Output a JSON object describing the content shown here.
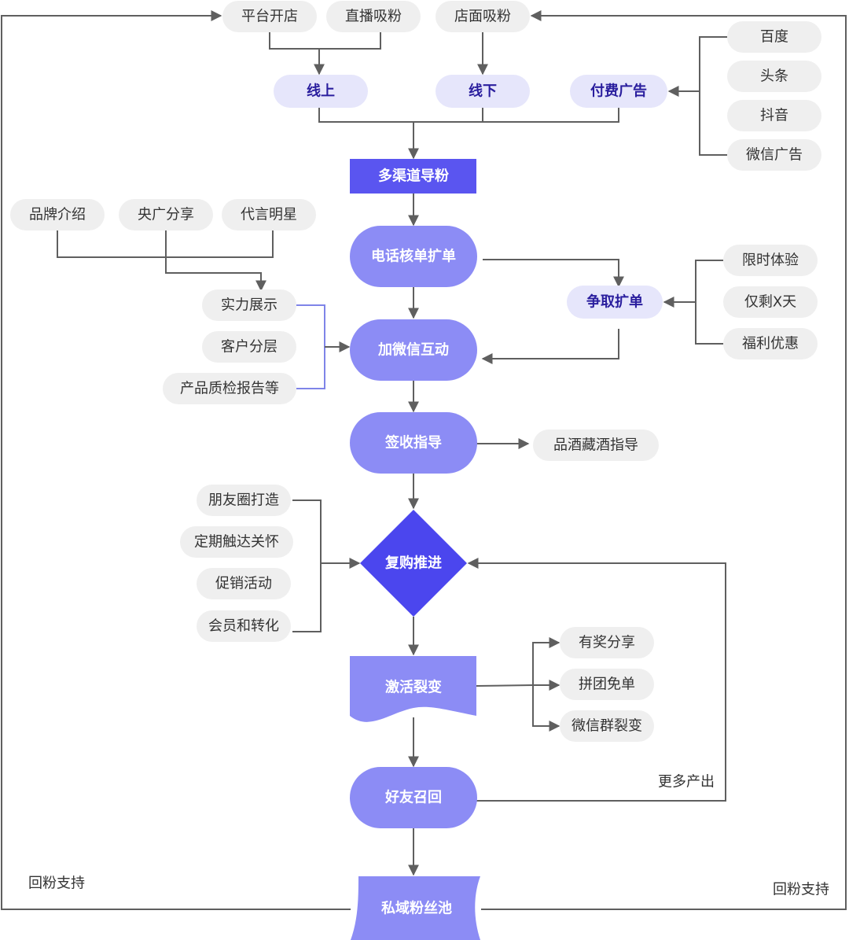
{
  "colors": {
    "main_light": "#8c8cf5",
    "main_dark": "#5a55f0",
    "diamond": "#4b46ee",
    "tag_bg": "#e6e6fb",
    "pill_bg": "#efefef",
    "line": "#5f5f5f",
    "bracket_blue": "#7f84e8"
  },
  "sources": {
    "platform_store": "平台开店",
    "live_stream": "直播吸粉",
    "store_front": "店面吸粉"
  },
  "channels": {
    "online": "线上",
    "offline": "线下",
    "paid_ads": "付费广告"
  },
  "ad_platforms": [
    "百度",
    "头条",
    "抖音",
    "微信广告"
  ],
  "steps": {
    "multi_channel": "多渠道导粉",
    "phone_check": "电话核单扩单",
    "wechat_interact": "加微信互动",
    "sign_guide": "签收指导",
    "repurchase": "复购推进",
    "activate": "激活裂变",
    "friend_recall": "好友召回",
    "private_pool": "私域粉丝池"
  },
  "brand_items": [
    "品牌介绍",
    "央广分享",
    "代言明星"
  ],
  "wechat_inputs": [
    "实力展示",
    "客户分层",
    "产品质检报告等"
  ],
  "expand": {
    "label": "争取扩单",
    "items": [
      "限时体验",
      "仅剩X天",
      "福利优惠"
    ]
  },
  "sign_extra": "品酒藏酒指导",
  "repurchase_inputs": [
    "朋友圈打造",
    "定期触达关怀",
    "促销活动",
    "会员和转化"
  ],
  "fission_items": [
    "有奖分享",
    "拼团免单",
    "微信群裂变"
  ],
  "labels": {
    "more_output": "更多产出",
    "return_left": "回粉支持",
    "return_right": "回粉支持"
  }
}
